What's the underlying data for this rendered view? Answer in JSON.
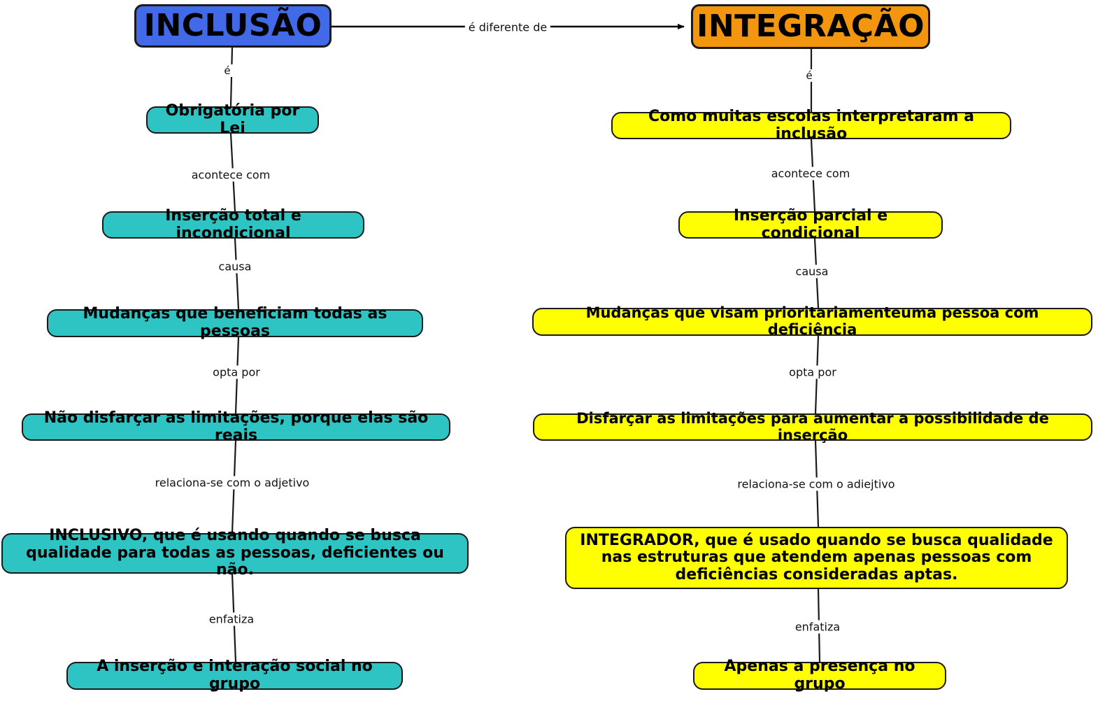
{
  "diagram": {
    "title": "INCLUSÃO é diferente de INTEGRAÇÃO",
    "colors": {
      "inclusao_root": "#4169e8",
      "integracao_root": "#f2950f",
      "inclusao_node": "#2ec4c4",
      "integracao_node": "#ffff00",
      "border": "#1a1a1a",
      "text": "#000000",
      "background": "#ffffff"
    },
    "cross_link": {
      "label": "é diferente de",
      "from": "INCLUSÃO",
      "to": "INTEGRAÇÃO",
      "arrow": "right"
    },
    "left_branch": {
      "root": "INCLUSÃO",
      "nodes": [
        {
          "label": "Obrigatória por Lei"
        },
        {
          "label": "Inserção total e incondicional"
        },
        {
          "label": "Mudanças que beneficiam todas as pessoas"
        },
        {
          "label": "Não disfarçar as limitações, porque elas são reais"
        },
        {
          "label": "INCLUSIVO, que é usando quando se busca qualidade para todas as pessoas, deficientes ou não."
        },
        {
          "label": "A inserção e interação social no grupo"
        }
      ],
      "links": [
        {
          "label": "é"
        },
        {
          "label": "acontece com"
        },
        {
          "label": "causa"
        },
        {
          "label": "opta por"
        },
        {
          "label": "relaciona-se com o adjetivo"
        },
        {
          "label": "enfatiza"
        }
      ]
    },
    "right_branch": {
      "root": "INTEGRAÇÃO",
      "nodes": [
        {
          "label": "Como muitas escolas interpretaram a inclusão"
        },
        {
          "label": "Inserção parcial e condicional"
        },
        {
          "label": "Mudanças que visam prioritariamenteuma pessoa com deficiência"
        },
        {
          "label": "Disfarçar as limitações para aumentar a possibilidade de inserção"
        },
        {
          "label": "INTEGRADOR, que é usado quando se busca qualidade nas estruturas que atendem apenas pessoas com deficiências consideradas aptas."
        },
        {
          "label": "Apenas a presença no grupo"
        }
      ],
      "links": [
        {
          "label": "é"
        },
        {
          "label": "acontece com"
        },
        {
          "label": "causa"
        },
        {
          "label": "opta por"
        },
        {
          "label": "relaciona-se com o adiejtivo"
        },
        {
          "label": "enfatiza"
        }
      ]
    }
  }
}
